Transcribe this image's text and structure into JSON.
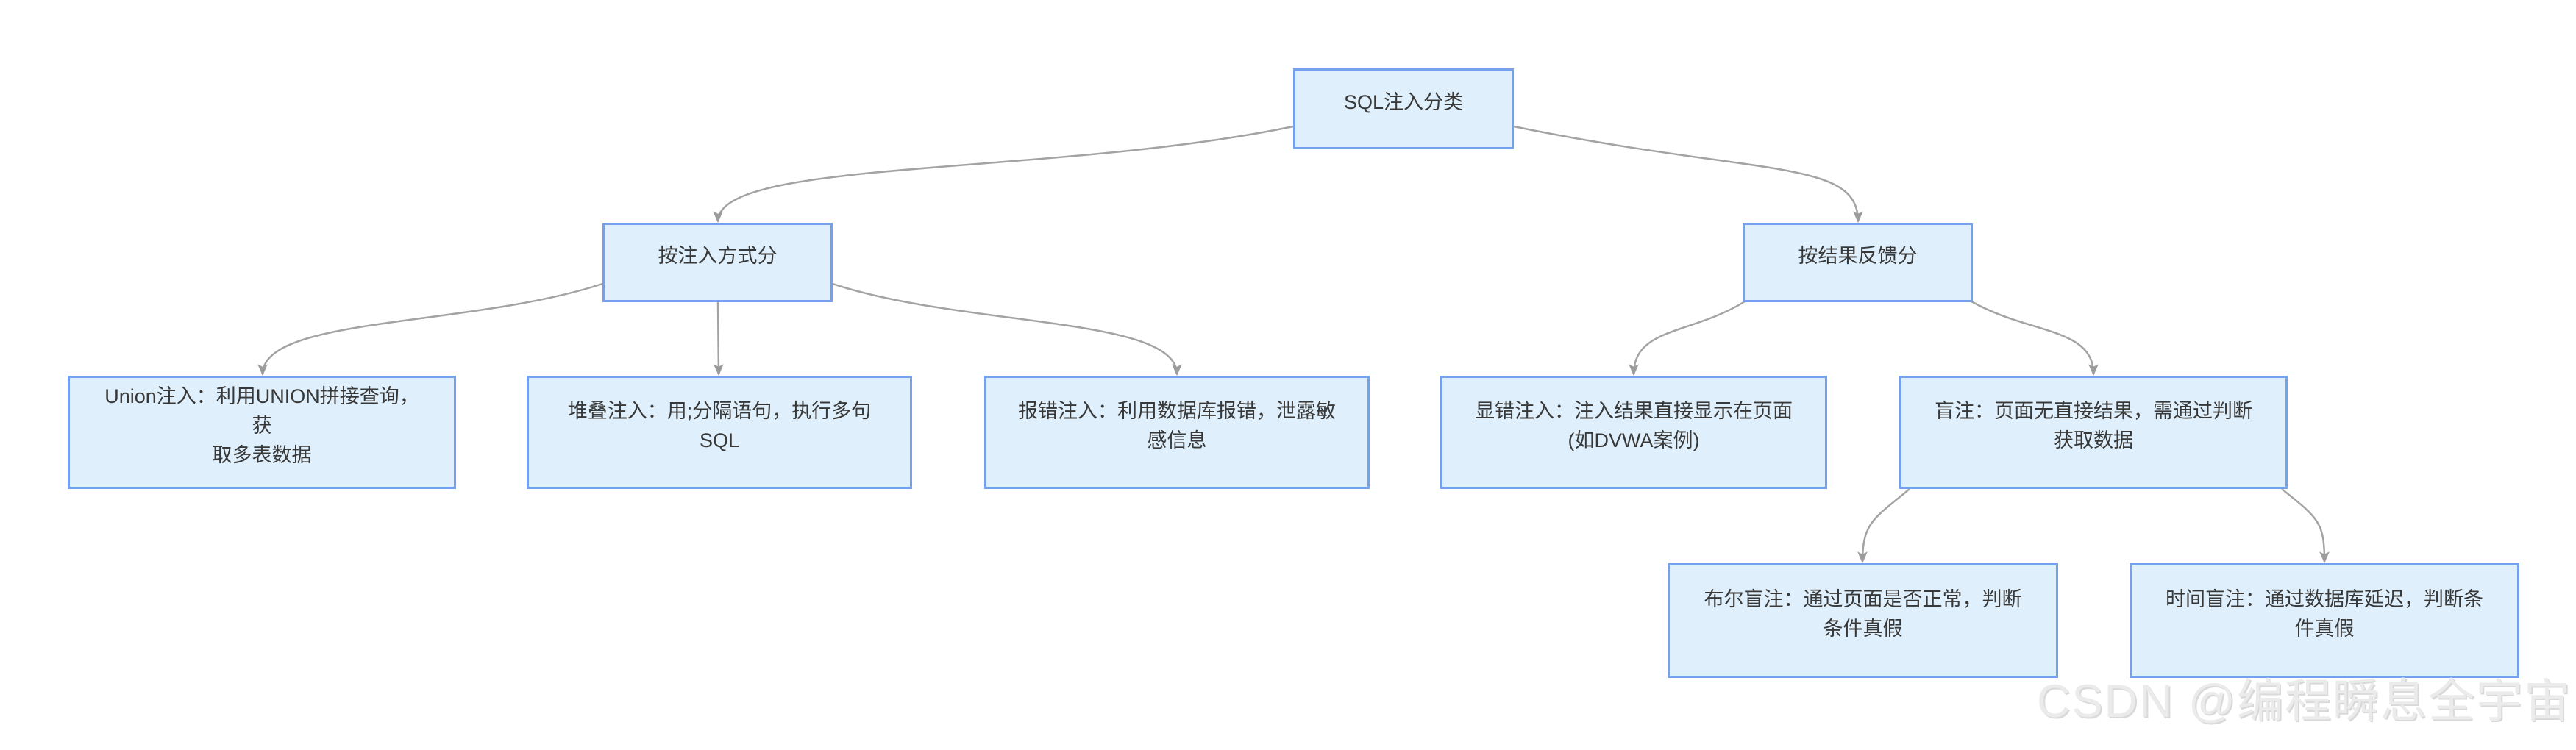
{
  "page": {
    "background": "#ffffff"
  },
  "style": {
    "node_fill": "#dff0fc",
    "node_border": "#74a0ee",
    "connector_color": "#a3a3a3",
    "arrowhead_color": "#9c9c9c",
    "text_color": "#383838",
    "watermark_color": "#ebebeb"
  },
  "watermark": {
    "text": "CSDN @编程瞬息全宇宙"
  },
  "diagram": {
    "type": "flowchart",
    "title": "SQL注入分类",
    "nodes": {
      "root": {
        "label": "SQL注入分类"
      },
      "by_method": {
        "label": "按注入方式分"
      },
      "by_feedback": {
        "label": "按结果反馈分"
      },
      "union": {
        "label": "Union注入：利用UNION拼接查询，获\n取多表数据"
      },
      "stacked": {
        "label": "堆叠注入：用;分隔语句，执行多句\nSQL"
      },
      "error": {
        "label": "报错注入：利用数据库报错，泄露敏\n感信息"
      },
      "visible_error": {
        "label": "显错注入：注入结果直接显示在页面\n(如DVWA案例)"
      },
      "blind": {
        "label": "盲注：页面无直接结果，需通过判断\n获取数据"
      },
      "boolean_blind": {
        "label": "布尔盲注：通过页面是否正常，判断\n条件真假"
      },
      "time_blind": {
        "label": "时间盲注：通过数据库延迟，判断条\n件真假"
      }
    },
    "edges": [
      {
        "from": "root",
        "to": "by_method"
      },
      {
        "from": "root",
        "to": "by_feedback"
      },
      {
        "from": "by_method",
        "to": "union"
      },
      {
        "from": "by_method",
        "to": "stacked"
      },
      {
        "from": "by_method",
        "to": "error"
      },
      {
        "from": "by_feedback",
        "to": "visible_error"
      },
      {
        "from": "by_feedback",
        "to": "blind"
      },
      {
        "from": "blind",
        "to": "boolean_blind"
      },
      {
        "from": "blind",
        "to": "time_blind"
      }
    ]
  }
}
